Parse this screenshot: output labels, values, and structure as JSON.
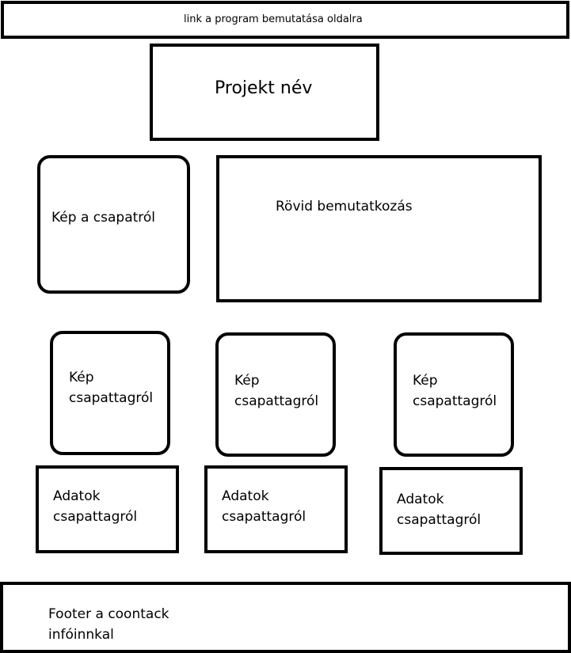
{
  "header": {
    "program_link": "link a program bemutatása oldalra"
  },
  "hero": {
    "project_name": "Projekt név"
  },
  "intro": {
    "team_photo": "Kép a csapatról",
    "short_intro": "Rövid bemutatkozás"
  },
  "members": [
    {
      "photo": "Kép\ncsapattagról",
      "data": "Adatok\n csapattagról"
    },
    {
      "photo": "Kép\ncsapattagról",
      "data": "Adatok\n csapattagról"
    },
    {
      "photo": "Kép\ncsapattagról",
      "data": "Adatok\n csapattagról"
    }
  ],
  "footer": {
    "text": "Footer a coontack\ninfóinnkal"
  }
}
